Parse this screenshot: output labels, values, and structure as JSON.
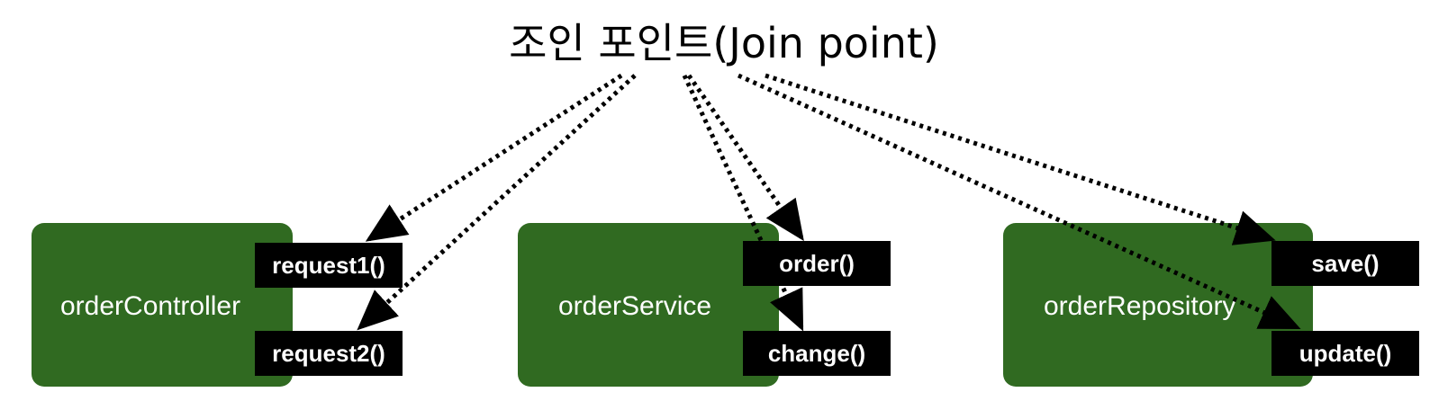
{
  "title": "조인 포인트(Join point)",
  "colors": {
    "component": "#306a21",
    "method": "#000000",
    "arrow": "#000000"
  },
  "components": [
    {
      "label": "orderController",
      "methods": [
        "request1()",
        "request2()"
      ]
    },
    {
      "label": "orderService",
      "methods": [
        "order()",
        "change()"
      ]
    },
    {
      "label": "orderRepository",
      "methods": [
        "save()",
        "update()"
      ]
    }
  ]
}
